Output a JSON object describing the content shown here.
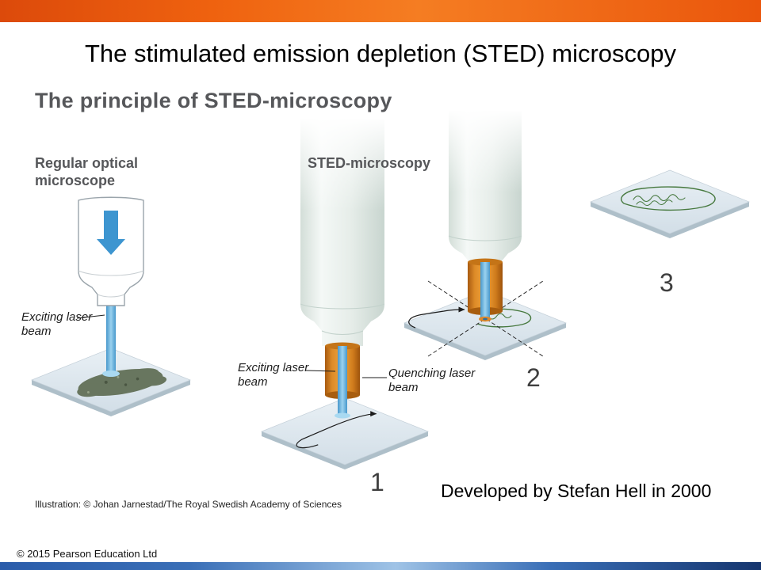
{
  "slide": {
    "title": "The stimulated emission depletion (STED) microscopy",
    "developed_note": "Developed by Stefan Hell in 2000",
    "copyright": "© 2015 Pearson Education Ltd",
    "accent_top_bar": "#ee5b0f",
    "accent_bottom_bar": "#2b62ab"
  },
  "illustration": {
    "heading": "The principle of STED-microscopy",
    "credit": "Illustration: © Johan Jarnestad/The Royal Swedish Academy of Sciences",
    "panels": {
      "regular_label_line1": "Regular optical",
      "regular_label_line2": "microscope",
      "sted_label": "STED-microscopy",
      "step1": "1",
      "step2": "2",
      "step3": "3"
    },
    "callouts": {
      "exciting_left_line1": "Exciting laser",
      "exciting_left_line2": "beam",
      "exciting_mid_line1": "Exciting laser",
      "exciting_mid_line2": "beam",
      "quenching_line1": "Quenching laser",
      "quenching_line2": "beam"
    },
    "colors": {
      "beam_blue": "#3d95d0",
      "quench_orange": "#e0892a",
      "specimen_green": "#47793f",
      "plate_gray": "#dce6ed"
    }
  }
}
